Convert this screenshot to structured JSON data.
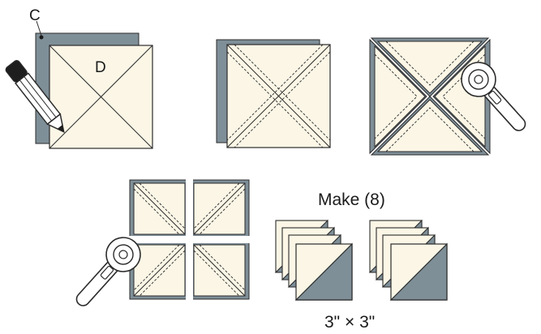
{
  "labels": {
    "fabric_c": "C",
    "fabric_d": "D",
    "make": "Make (8)",
    "size": "3\" × 3\""
  },
  "colors": {
    "fabric_dark": "#7f8f98",
    "fabric_light": "#fbf6e6",
    "outline": "#2b2b2b",
    "background": "#ffffff"
  },
  "icons": [
    "pencil-icon",
    "rotary-cutter-icon"
  ]
}
